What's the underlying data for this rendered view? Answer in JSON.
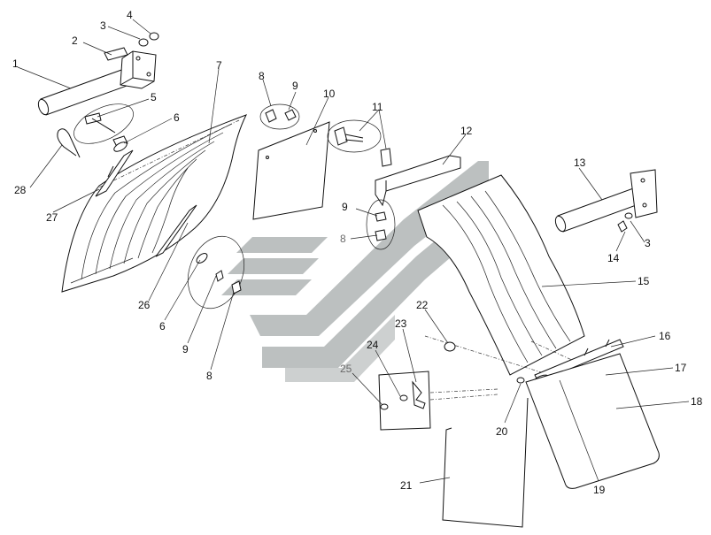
{
  "diagram": {
    "callouts": [
      "1",
      "2",
      "3",
      "4",
      "5",
      "6",
      "7",
      "8",
      "9",
      "10",
      "11",
      "12",
      "13",
      "14",
      "15",
      "16",
      "17",
      "18",
      "19",
      "20",
      "21",
      "22",
      "23",
      "24",
      "25",
      "26",
      "27",
      "28"
    ],
    "colors": {
      "line": "#111111",
      "watermark": "#bcc0c0",
      "background": "#ffffff"
    }
  }
}
